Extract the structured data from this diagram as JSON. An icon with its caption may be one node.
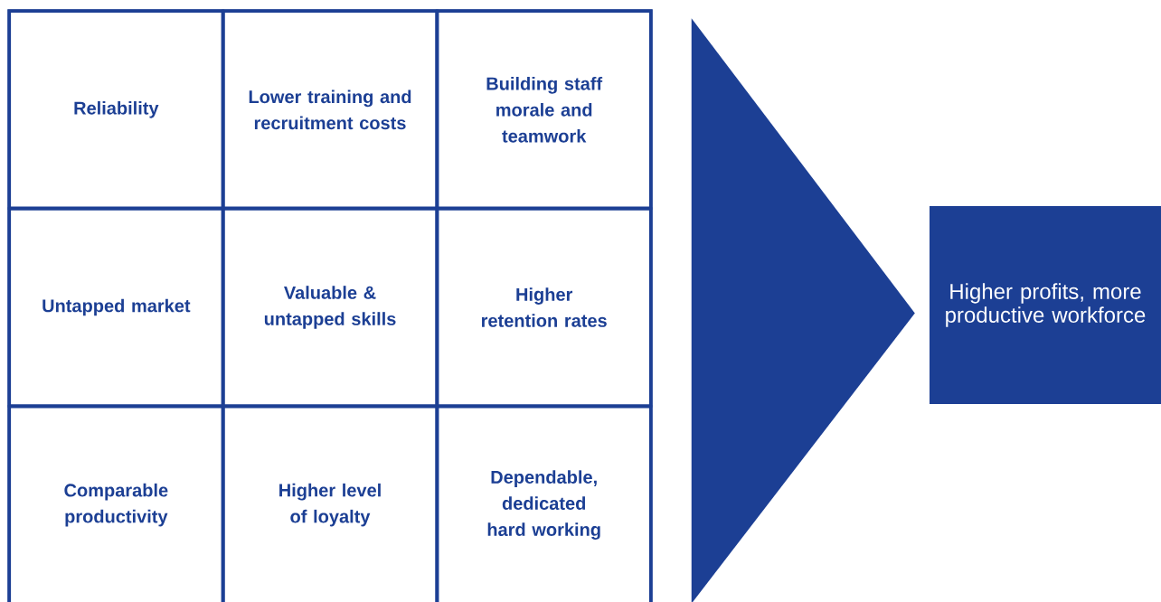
{
  "diagram": {
    "nodes": [
      {
        "text": [],
        "shape": "box"
      },
      {
        "text": [
          "Reliability"
        ],
        "in": 0
      },
      {
        "text": [
          "Lower training and recruitment costs"
        ],
        "in": 0
      },
      {
        "text": [
          "Building staff morale and teamwork"
        ],
        "in": 0
      },
      {
        "text": [
          "Untapped market"
        ],
        "in": 0
      },
      {
        "text": [
          "Valuable & untapped skills"
        ],
        "in": 0
      },
      {
        "text": [
          "Higher retention rates"
        ],
        "in": 0
      },
      {
        "text": [
          "Comparable productivity"
        ],
        "in": 0
      },
      {
        "text": [
          "Higher level of loyalty"
        ],
        "in": 0
      },
      {
        "text": [
          "Dependable, dedicated hard working"
        ],
        "in": 0
      },
      {
        "text": [
          "Higher profits, more productive workforce"
        ]
      }
    ],
    "edges": [
      {
        "from": 0,
        "to": 10,
        "arrow": "to"
      }
    ]
  }
}
